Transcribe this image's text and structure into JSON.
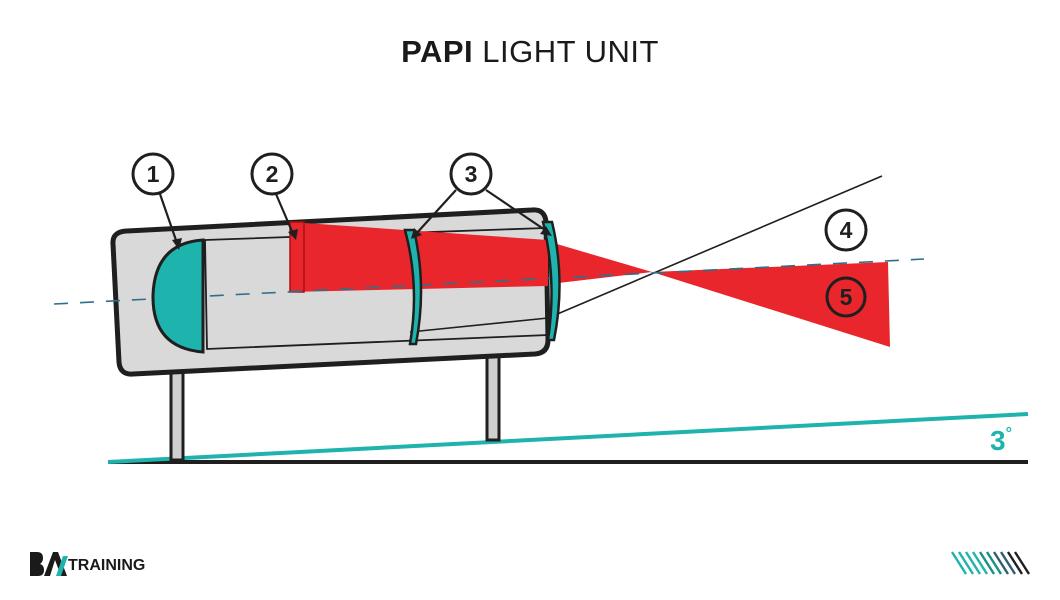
{
  "title": {
    "bold": "PAPI",
    "light": "LIGHT UNIT"
  },
  "callouts": [
    "1",
    "2",
    "3",
    "4",
    "5"
  ],
  "angle": {
    "value": "3",
    "unit": "°"
  },
  "brand": {
    "name": "TRAINING",
    "logo_letters": "BAA"
  },
  "colors": {
    "red": "#e8262c",
    "teal": "#1fb3ad",
    "teal_dark": "#178f8a",
    "housing": "#d9d9d9",
    "outline": "#1f1f1f",
    "axis": "#2f6f8a"
  }
}
